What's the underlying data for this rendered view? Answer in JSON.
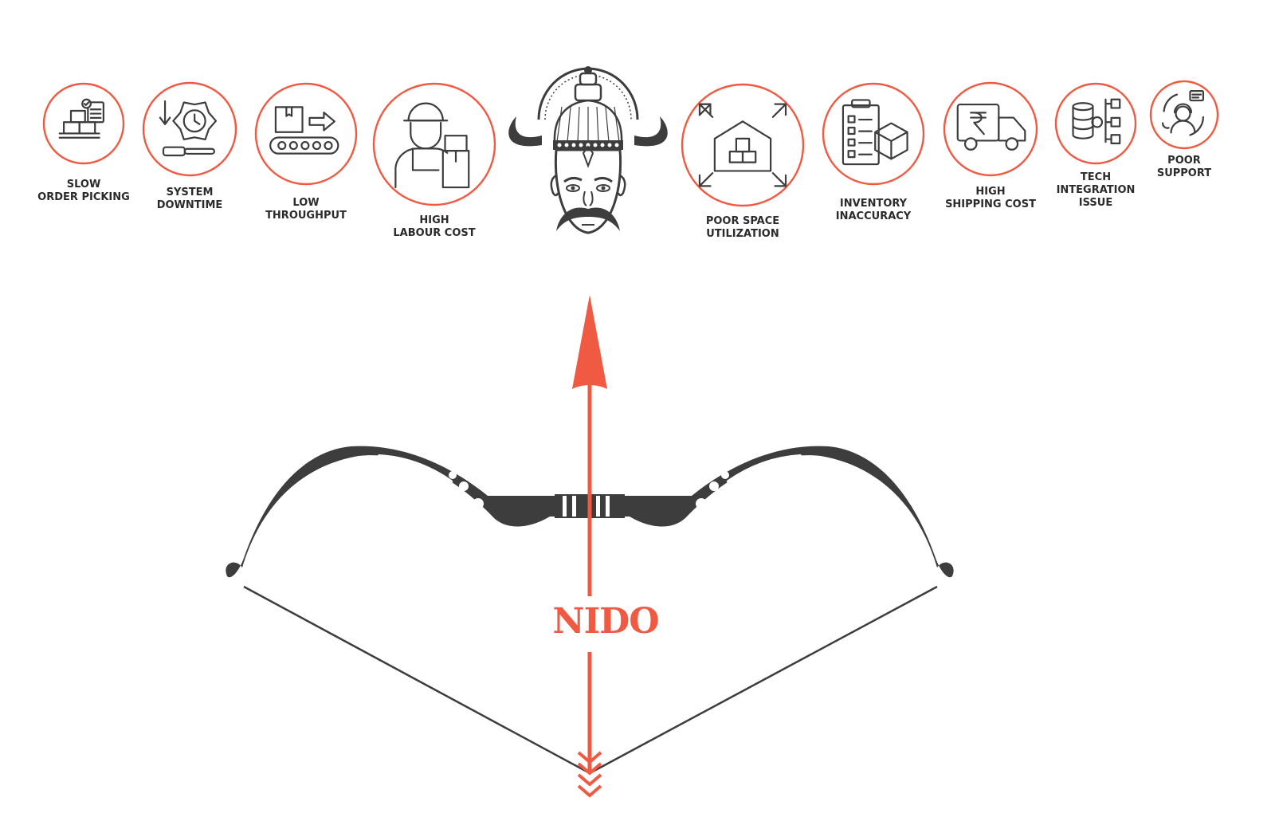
{
  "colors": {
    "accent": "#f05a43",
    "dark": "#3d3d3d",
    "label": "#2b2b2b"
  },
  "brand": "NIDO",
  "problems": [
    {
      "id": "slow-order-picking",
      "icon": "boxes-checklist-icon",
      "lines": [
        "SLOW",
        "ORDER PICKING"
      ]
    },
    {
      "id": "system-downtime",
      "icon": "gear-clock-icon",
      "lines": [
        "SYSTEM",
        "DOWNTIME"
      ]
    },
    {
      "id": "low-throughput",
      "icon": "conveyor-icon",
      "lines": [
        "LOW",
        "THROUGHPUT"
      ]
    },
    {
      "id": "high-labour-cost",
      "icon": "worker-icon",
      "lines": [
        "HIGH",
        "LABOUR COST"
      ]
    },
    {
      "id": "poor-space-utilization",
      "icon": "warehouse-expand-icon",
      "lines": [
        "POOR SPACE",
        "UTILIZATION"
      ]
    },
    {
      "id": "inventory-inaccuracy",
      "icon": "clipboard-box-icon",
      "lines": [
        "INVENTORY",
        "INACCURACY"
      ]
    },
    {
      "id": "high-shipping-cost",
      "icon": "rupee-truck-icon",
      "lines": [
        "HIGH",
        "SHIPPING COST"
      ]
    },
    {
      "id": "tech-integration-issue",
      "icon": "database-gear-icon",
      "lines": [
        "TECH",
        "INTEGRATION",
        "ISSUE"
      ]
    },
    {
      "id": "poor-support",
      "icon": "support-agent-icon",
      "lines": [
        "POOR",
        "SUPPORT"
      ]
    }
  ],
  "central_figure": {
    "icon": "demon-king-face-icon"
  },
  "weapon": {
    "icon": "bow-and-arrow-icon"
  }
}
